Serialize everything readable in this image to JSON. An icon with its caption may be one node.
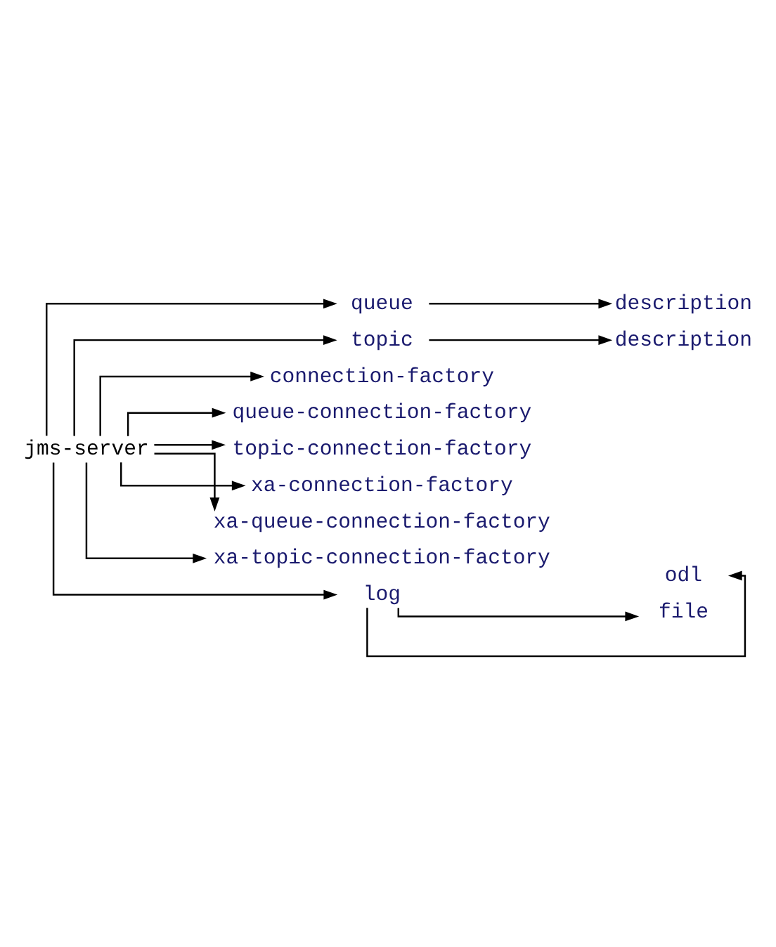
{
  "diagram": {
    "nodes": [
      {
        "text": [
          "jms-server"
        ]
      },
      {
        "text": [
          "queue"
        ]
      },
      {
        "text": [
          "description"
        ]
      },
      {
        "text": [
          "topic"
        ]
      },
      {
        "text": [
          "description"
        ]
      },
      {
        "text": [
          "connection-factory"
        ]
      },
      {
        "text": [
          "queue-connection-factory"
        ]
      },
      {
        "text": [
          "topic-connection-factory"
        ]
      },
      {
        "text": [
          "xa-connection-factory"
        ]
      },
      {
        "text": [
          "xa-queue-connection-factory"
        ]
      },
      {
        "text": [
          "xa-topic-connection-factory"
        ]
      },
      {
        "text": [
          "log"
        ]
      },
      {
        "text": [
          "odl"
        ]
      },
      {
        "text": [
          "file"
        ]
      }
    ],
    "edges": [
      {
        "from": 0,
        "to": 1,
        "arrow": "to"
      },
      {
        "from": 1,
        "to": 2,
        "arrow": "to"
      },
      {
        "from": 0,
        "to": 3,
        "arrow": "to"
      },
      {
        "from": 3,
        "to": 4,
        "arrow": "to"
      },
      {
        "from": 0,
        "to": 5,
        "arrow": "to"
      },
      {
        "from": 0,
        "to": 6,
        "arrow": "to"
      },
      {
        "from": 0,
        "to": 7,
        "arrow": "to"
      },
      {
        "from": 0,
        "to": 8,
        "arrow": "to"
      },
      {
        "from": 0,
        "to": 9,
        "arrow": "to"
      },
      {
        "from": 0,
        "to": 10,
        "arrow": "to"
      },
      {
        "from": 0,
        "to": 11,
        "arrow": "to"
      },
      {
        "from": 11,
        "to": 12,
        "arrow": "to"
      },
      {
        "from": 11,
        "to": 13,
        "arrow": "to"
      }
    ]
  }
}
